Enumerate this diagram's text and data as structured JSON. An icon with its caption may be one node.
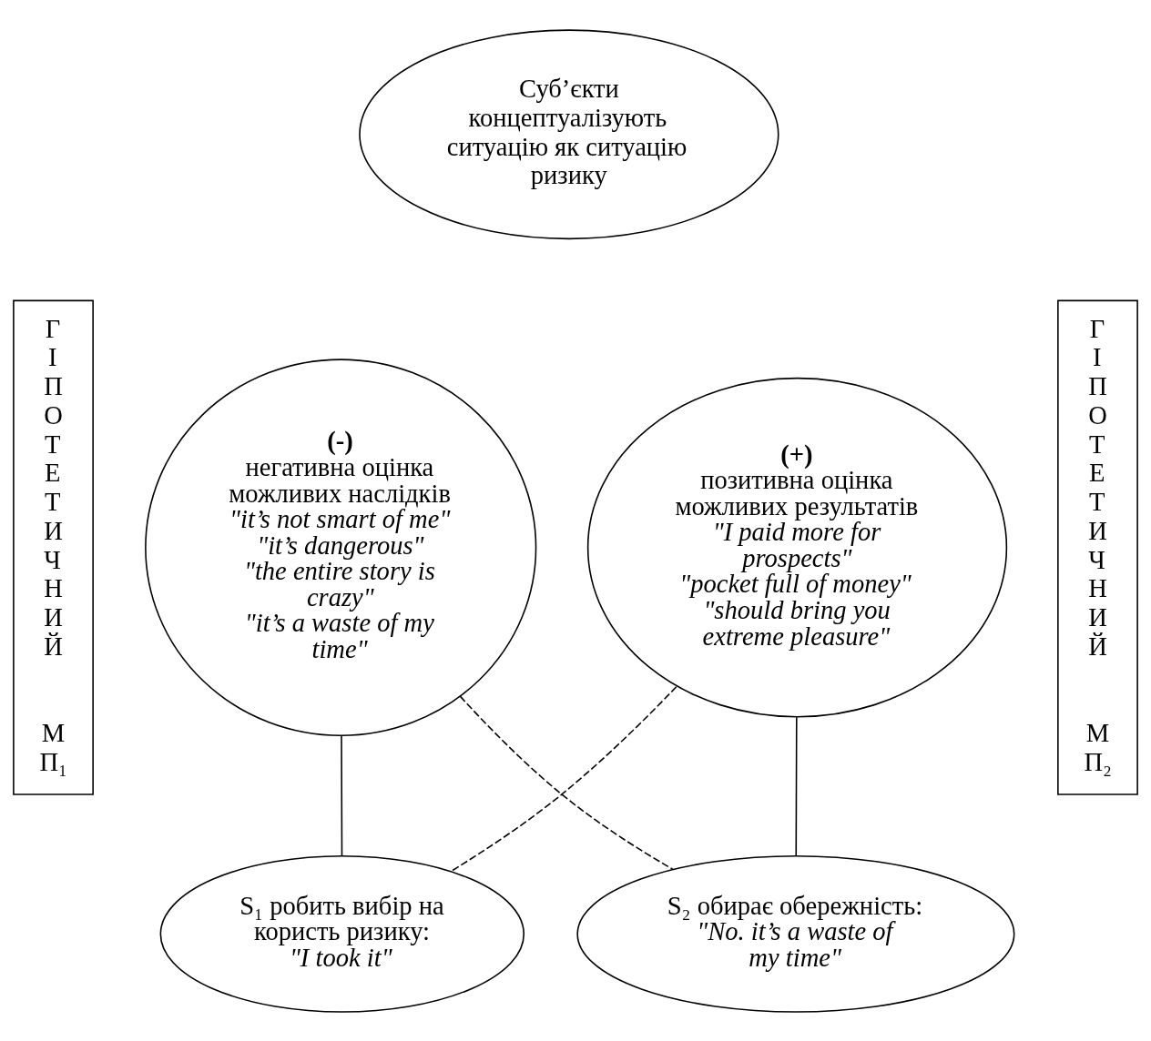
{
  "diagram": {
    "nodes": [
      {
        "text": [
          "Суб’єкти концептуалізують ситуацію як ситуацію ризику"
        ]
      },
      {
        "text": [
          "ГІПОТЕТИЧНИЙ МП₁"
        ]
      },
      {
        "text": [
          "(-)",
          "негативна оцінка можливих наслідків",
          "\"it’s not smart of me\"",
          "\"it’s dangerous\"",
          "\"the entire story is crazy\"",
          "\"it’s a waste of my time\""
        ]
      },
      {
        "text": [
          "(+)",
          "позитивна оцінка можливих результатів",
          "\"I paid more for prospects\"",
          "\"pocket full of money\"",
          "\"should bring you extreme pleasure\""
        ]
      },
      {
        "text": [
          "ГІПОТЕТИЧНИЙ МП₂"
        ]
      },
      {
        "text": [
          "S₁ робить вибір на користь ризику:",
          "\"I took it\""
        ]
      },
      {
        "text": [
          "S₂ обирає обережність:",
          "\"No. it’s a waste of my time\""
        ]
      }
    ],
    "edges": [
      {
        "from": 2,
        "to": 5,
        "arrow": "none"
      },
      {
        "from": 3,
        "to": 6,
        "arrow": "none"
      },
      {
        "from": 2,
        "to": 6,
        "arrow": "none",
        "style": "dashed"
      },
      {
        "from": 3,
        "to": 5,
        "arrow": "none",
        "style": "dashed"
      }
    ]
  }
}
